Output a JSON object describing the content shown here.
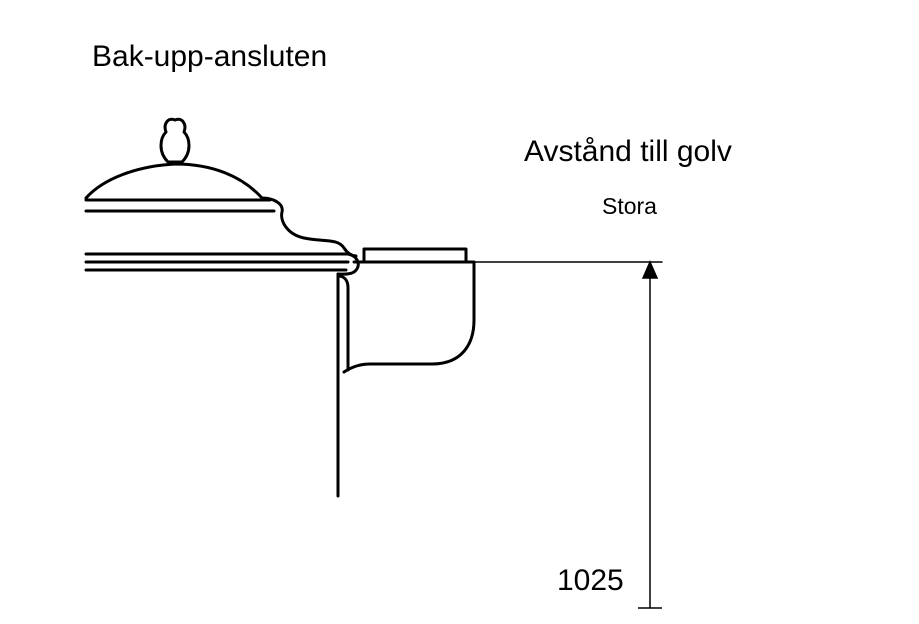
{
  "title": "Bak-upp-ansluten",
  "distance_label": "Avstånd till golv",
  "size_label": "Stora",
  "dimension_value": "1025",
  "colors": {
    "line": "#000000",
    "background": "#ffffff"
  }
}
